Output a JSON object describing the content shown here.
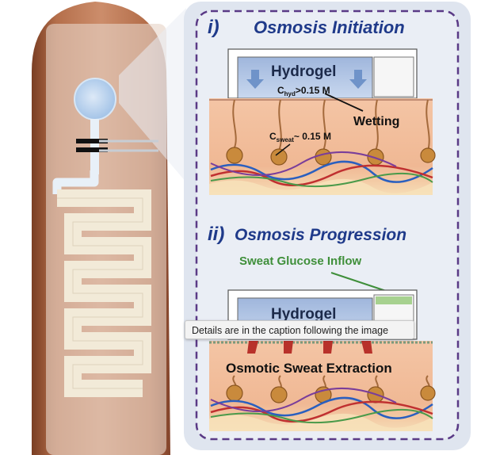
{
  "panel_i": {
    "number": "i)",
    "title": "Osmosis Initiation",
    "hydrogel_label": "Hydrogel",
    "c_hyd": "C",
    "c_hyd_sub": "hyd",
    "c_hyd_value": ">0.15 M",
    "c_sweat": "C",
    "c_sweat_sub": "sweat",
    "c_sweat_value": "~ 0.15 M",
    "wetting_label": "Wetting"
  },
  "panel_ii": {
    "number": "ii)",
    "title": "Osmosis Progression",
    "inflow_label": "Sweat Glucose Inflow",
    "hydrogel_label": "Hydrogel",
    "extraction_label": "Osmotic Sweat Extraction"
  },
  "tooltip": {
    "text": "Details are in the caption following the image"
  },
  "colors": {
    "panel_border": "#5a3a86",
    "title_blue": "#1f3a8a",
    "inflow_green": "#3f8f3a",
    "skin": "#f2bf9f",
    "hydrogel": "#b8cbe8"
  }
}
